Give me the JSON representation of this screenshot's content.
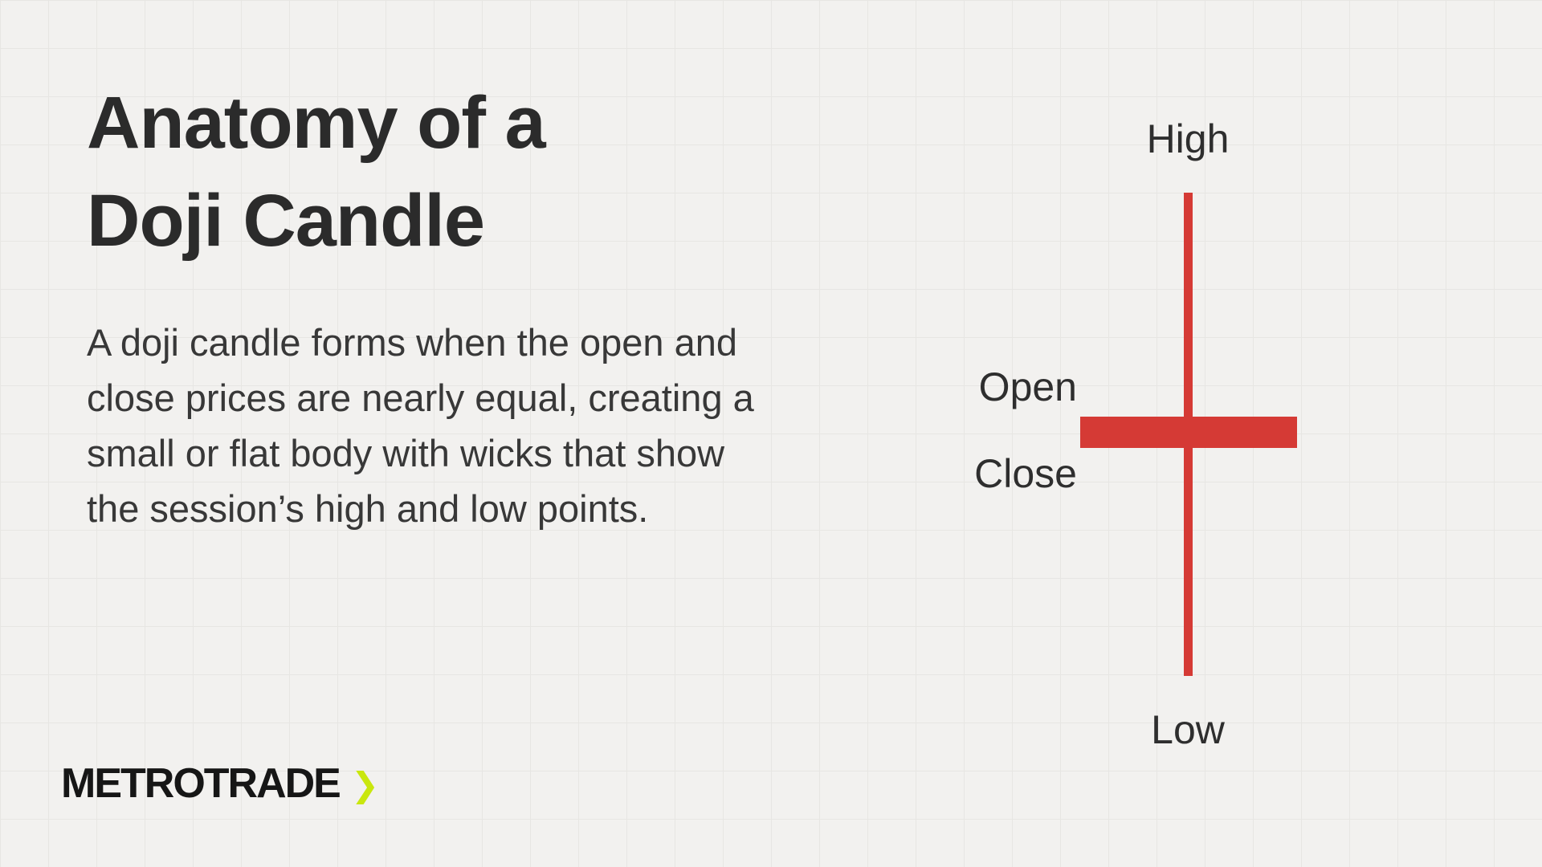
{
  "infographic": {
    "title_lines": [
      "Anatomy of a",
      "Doji Candle"
    ],
    "description": "A doji candle forms when the open and close prices are nearly equal, creating a small or flat body with wicks that show the session’s high and low points.",
    "brand": {
      "name": "METROTRADE",
      "chevron_glyph": "❯"
    },
    "colors": {
      "candle_red": "#d53a35",
      "brand_lime": "#c9e70e",
      "text_dark": "#2b2b2b",
      "background": "#f2f1ef"
    }
  },
  "diagram": {
    "type": "doji-candlestick",
    "labels": {
      "high": "High",
      "open": "Open",
      "close": "Close",
      "low": "Low"
    }
  }
}
